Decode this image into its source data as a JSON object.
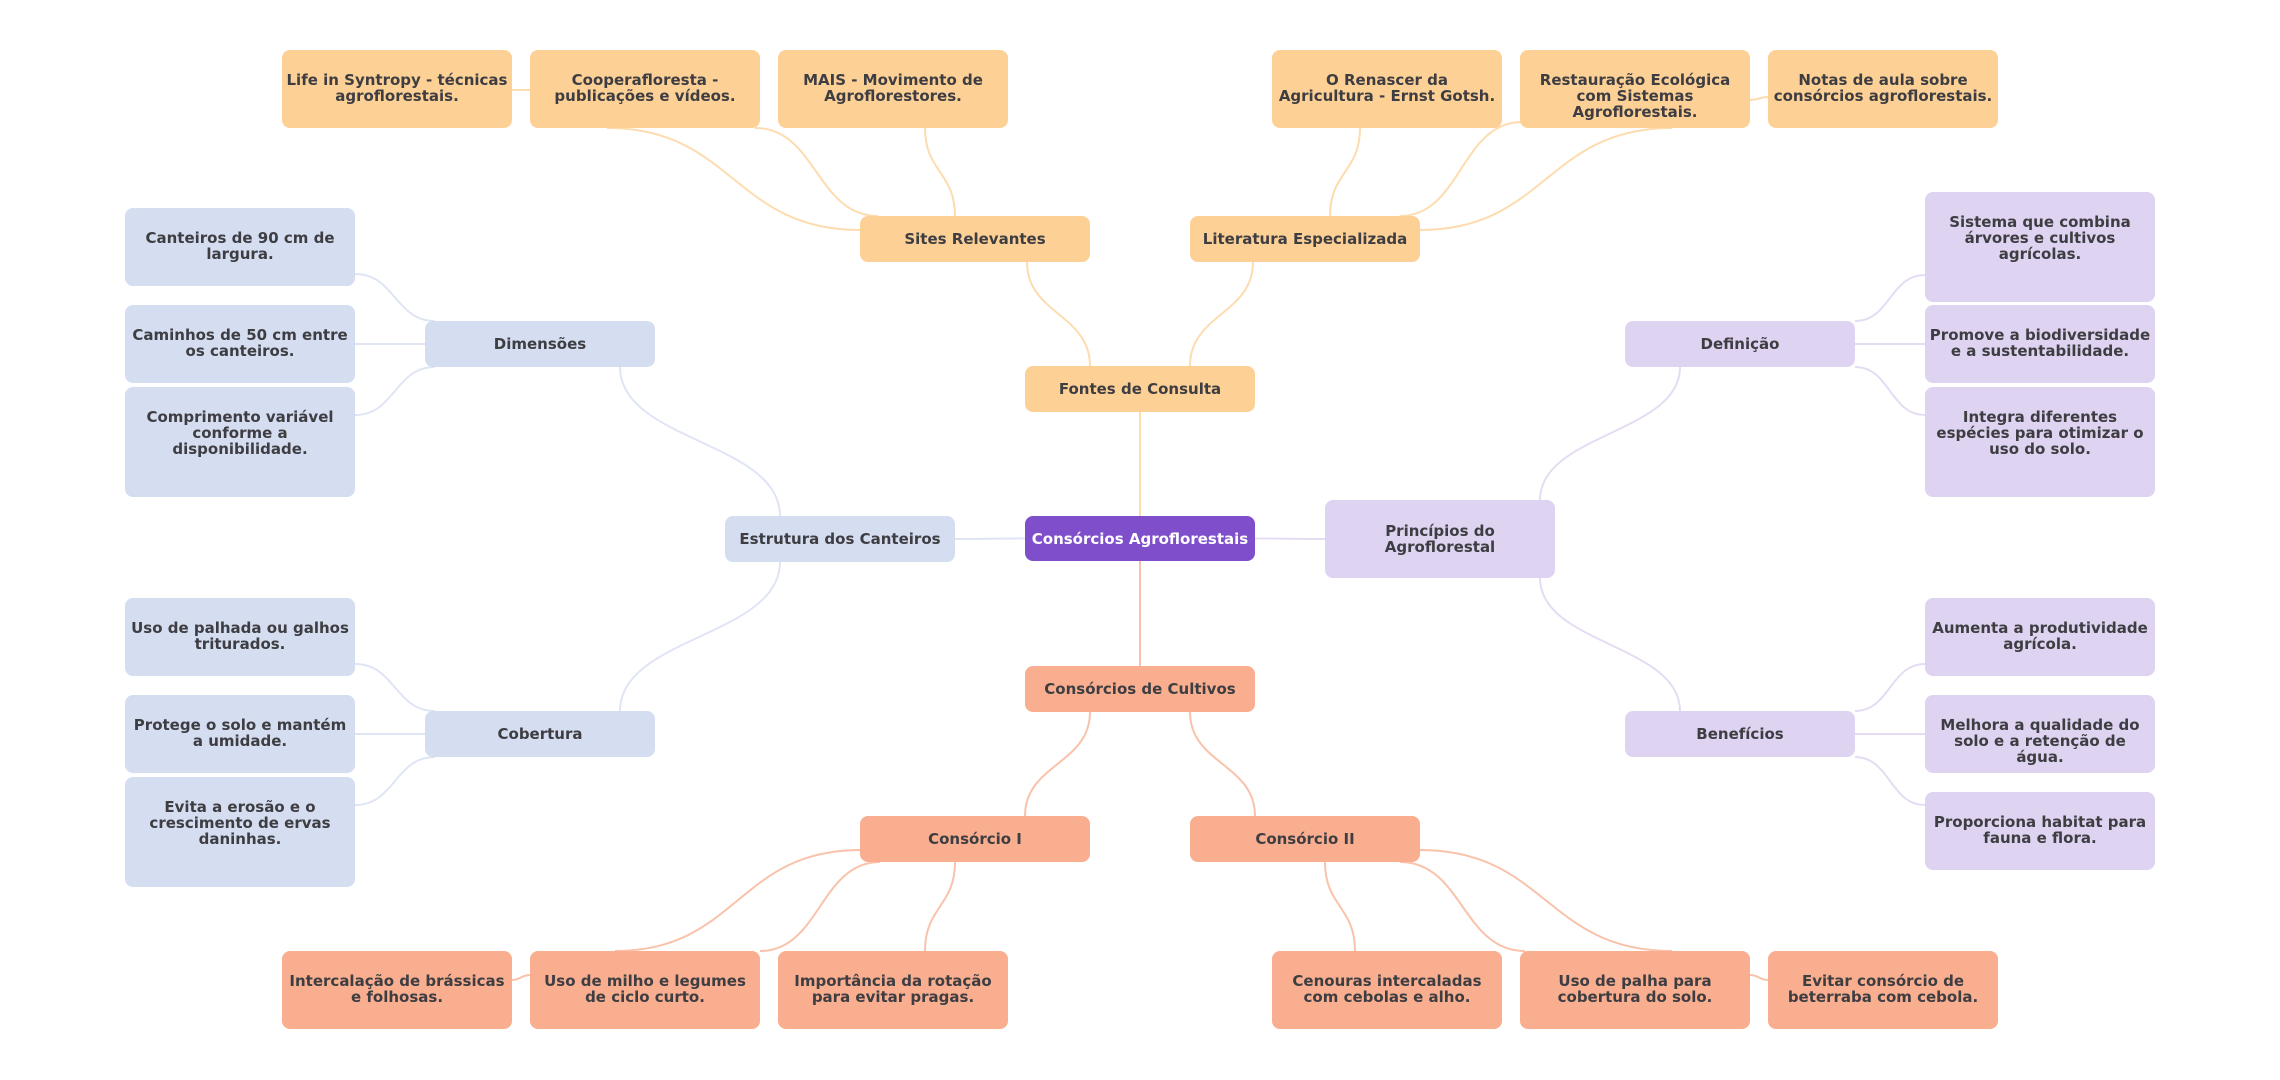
{
  "mindmap": {
    "title": "Consórcios Agroflorestais",
    "colors": {
      "root": "#7f4fcb",
      "fontes": "#fdd095",
      "cultivos": "#f9ae8f",
      "canteiros": "#d5ddf1",
      "principios": "#ded3f0",
      "edge_fontes": "#fddcb0",
      "edge_cultivos": "#f9c2aa",
      "edge_canteiros": "#dfe5f5",
      "edge_principios": "#e5dcf4"
    },
    "root": {
      "label": "Consórcios Agroflorestais"
    },
    "fontes": {
      "label": "Fontes de Consulta",
      "sites": {
        "label": "Sites Relevantes",
        "items": [
          "Life in Syntropy - técnicas agroflorestais.",
          "Cooperafloresta - publicações e vídeos.",
          "MAIS - Movimento de Agroflorestores."
        ]
      },
      "literatura": {
        "label": "Literatura Especializada",
        "items": [
          "O Renascer da Agricultura - Ernst Gotsh.",
          "Restauração Ecológica com Sistemas Agroflorestais.",
          "Notas de aula sobre consórcios agroflorestais."
        ]
      }
    },
    "cultivos": {
      "label": "Consórcios de Cultivos",
      "consorcio1": {
        "label": "Consórcio I",
        "items": [
          "Intercalação de brássicas e folhosas.",
          "Uso de milho e legumes de ciclo curto.",
          "Importância da rotação para evitar pragas."
        ]
      },
      "consorcio2": {
        "label": "Consórcio II",
        "items": [
          "Cenouras intercaladas com cebolas e alho.",
          "Uso de palha para cobertura do solo.",
          "Evitar consórcio de beterraba com cebola."
        ]
      }
    },
    "canteiros": {
      "label": "Estrutura dos Canteiros",
      "dimensoes": {
        "label": "Dimensões",
        "items": [
          "Canteiros de 90 cm de largura.",
          "Caminhos de 50 cm entre os canteiros.",
          "Comprimento variável conforme a disponibilidade."
        ]
      },
      "cobertura": {
        "label": "Cobertura",
        "items": [
          "Uso de palhada ou galhos triturados.",
          "Protege o solo e mantém a umidade.",
          "Evita a erosão e o crescimento de ervas daninhas."
        ]
      }
    },
    "principios": {
      "label": "Princípios do Agroflorestal",
      "definicao": {
        "label": "Definição",
        "items": [
          "Sistema que combina árvores e cultivos agrícolas.",
          "Promove a biodiversidade e a sustentabilidade.",
          "Integra diferentes espécies para otimizar o uso do solo."
        ]
      },
      "beneficios": {
        "label": "Benefícios",
        "items": [
          "Aumenta a produtividade agrícola.",
          "Melhora a qualidade do solo e a retenção de água.",
          "Proporciona habitat para fauna e flora."
        ]
      }
    }
  }
}
